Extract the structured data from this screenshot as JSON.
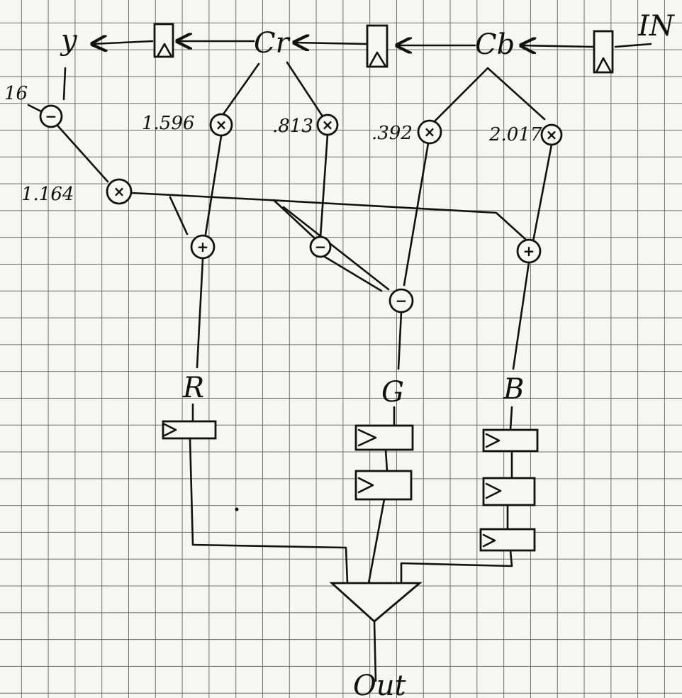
{
  "labels": {
    "input": "IN",
    "output": "Out",
    "y": "y",
    "cr": "Cr",
    "cb": "Cb",
    "r": "R",
    "g": "G",
    "b": "B"
  },
  "constants": {
    "offset": "16",
    "y_coeff": "1.164",
    "cr_r": "1.596",
    "cr_g": ".813",
    "cb_g": ".392",
    "cb_b": "2.017"
  },
  "operators": {
    "subtract": "−",
    "multiply": "×",
    "add": "+"
  }
}
